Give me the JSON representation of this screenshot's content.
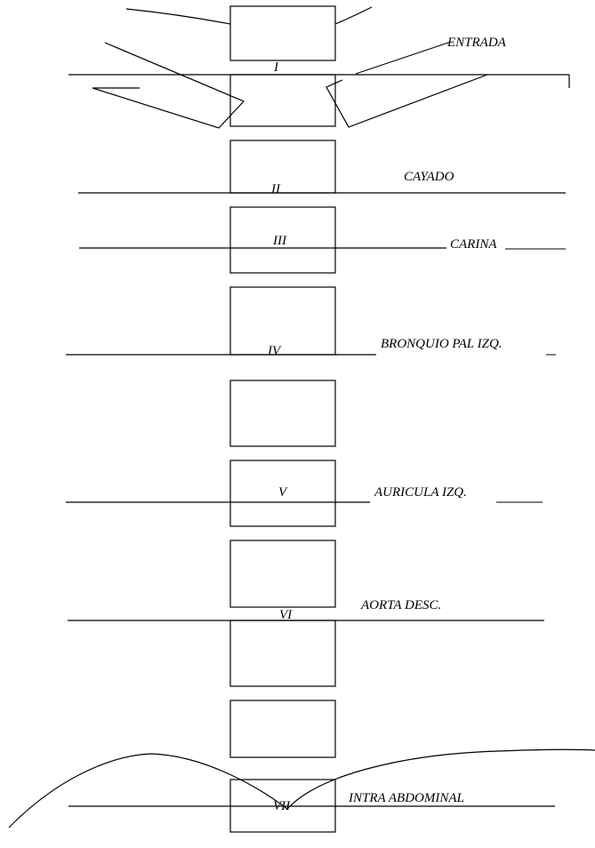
{
  "labels": {
    "entrada": "ENTRADA",
    "cayado": "CAYADO",
    "carina": "CARINA",
    "bronquio": "BRONQUIO PAL IZQ.",
    "auricula": "AURICULA IZQ.",
    "aorta": "AORTA DESC.",
    "intra": "INTRA ABDOMINAL"
  },
  "numerals": {
    "i": "I",
    "ii": "II",
    "iii": "III",
    "iv": "IV",
    "v": "V",
    "vi": "VI",
    "vii": "VII"
  }
}
